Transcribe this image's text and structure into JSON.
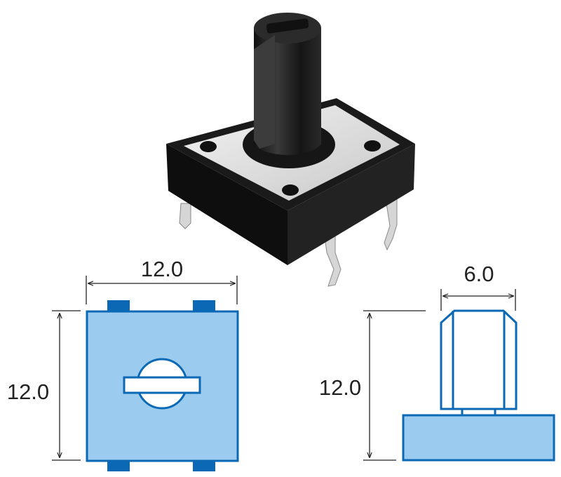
{
  "top_view": {
    "width_label": "12.0",
    "height_label": "12.0"
  },
  "side_view": {
    "stem_width_label": "6.0",
    "height_label": "12.0"
  },
  "colors": {
    "outline": "#0a68b4",
    "fill": "#9ccbf0",
    "body": "#1c1c1c",
    "plate": "#d8d8d8",
    "dim_line": "#222222"
  }
}
